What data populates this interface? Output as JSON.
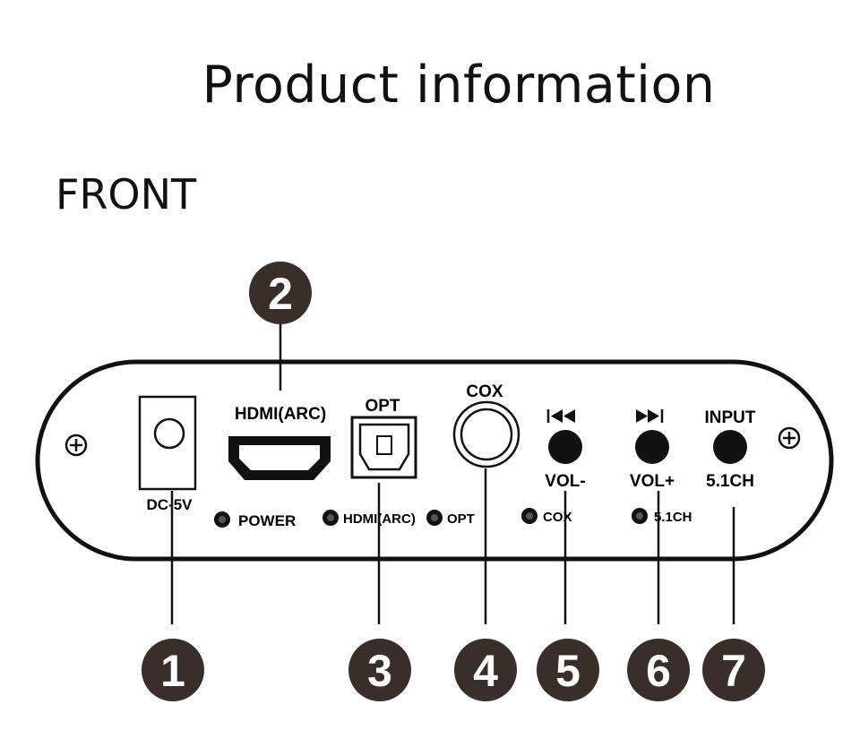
{
  "title": "Product information",
  "section": "FRONT",
  "ports": {
    "dc": "DC-5V",
    "hdmi": "HDMI(ARC)",
    "opt": "OPT",
    "cox": "COX",
    "input": "INPUT",
    "vol_minus": "VOL-",
    "vol_plus": "VOL+",
    "ch51": "5.1CH"
  },
  "leds": {
    "power": "POWER",
    "hdmi": "HDMI(ARC)",
    "opt": "OPT",
    "cox": "COX",
    "ch51": "5.1CH"
  },
  "callouts": [
    "1",
    "2",
    "3",
    "4",
    "5",
    "6",
    "7"
  ],
  "colors": {
    "outline": "#111111",
    "badge": "#3a2e2a",
    "badge_text": "#ffffff"
  },
  "icons": {
    "prev": "skip-previous-icon",
    "next": "skip-next-icon",
    "screw": "screw-icon"
  }
}
